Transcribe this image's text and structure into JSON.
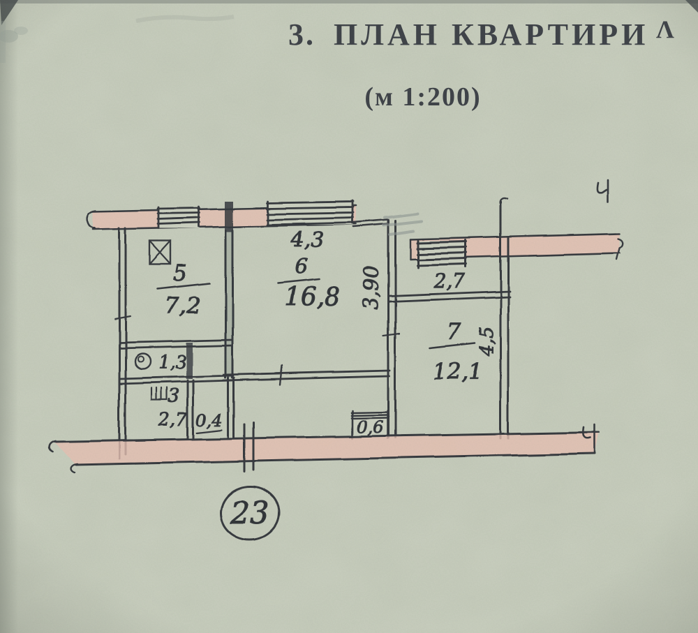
{
  "header": {
    "section_number": "3.",
    "title": "ПЛАН КВАРТИРИ",
    "title_mark": "Λ",
    "scale": "(м 1:200)"
  },
  "plan": {
    "room5": {
      "number": "5",
      "area": "7,2"
    },
    "room6": {
      "number": "6",
      "area": "16,8",
      "width_dim": "4,3",
      "depth_dim": "3,90"
    },
    "room7": {
      "number": "7",
      "area": "12,1",
      "depth_dim": "4,5"
    },
    "balcony_area": "2,7",
    "bath_area": "1,3",
    "wc_area": "3",
    "hall_area": "2,7",
    "closet_area": "0,4",
    "niche_area": "0,6",
    "apartment_number": "23"
  },
  "colors": {
    "paper": "#c9cfbf",
    "ink": "#34373d",
    "wall_fill": "#e7c0b3",
    "pencil": "#8e9693"
  }
}
